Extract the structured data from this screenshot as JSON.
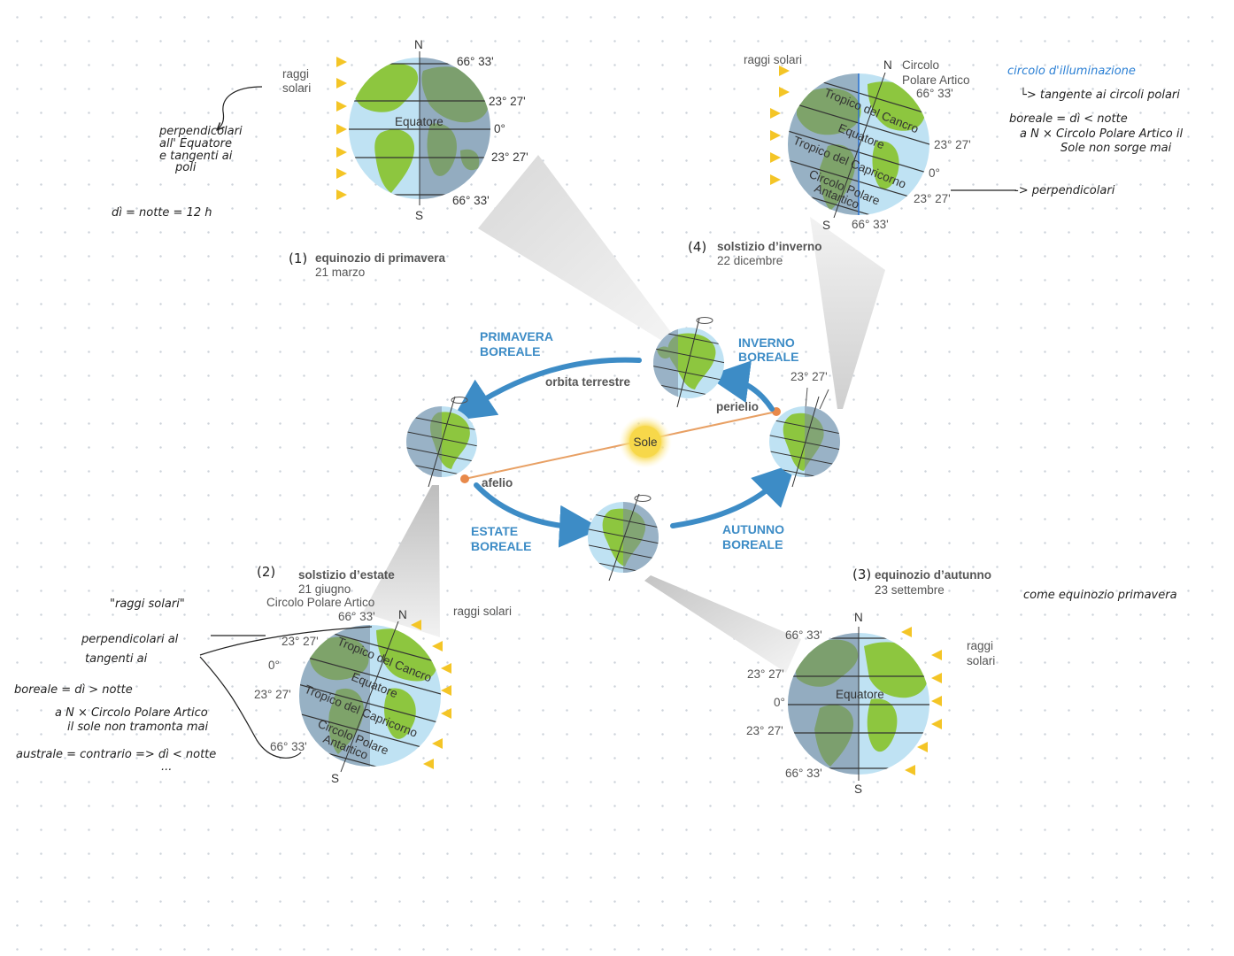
{
  "diagram": {
    "center": {
      "sun": "Sole",
      "orbit": "orbita terrestre",
      "perihelion": "perielio",
      "aphelion": "afelio",
      "tilt": "23° 27'",
      "seasons": {
        "spring": [
          "PRIMAVERA",
          "BOREALE"
        ],
        "winter": [
          "INVERNO",
          "BOREALE"
        ],
        "summer": [
          "ESTATE",
          "BOREALE"
        ],
        "autumn": [
          "AUTUNNO",
          "BOREALE"
        ]
      }
    },
    "panel1": {
      "number": "(1)",
      "title": "equinozio di primavera",
      "date": "21 marzo",
      "rays": [
        "raggi",
        "solari"
      ],
      "north": "N",
      "south": "S",
      "equator": "Equatore",
      "angles": [
        "66° 33'",
        "23° 27'",
        "0°",
        "23° 27'",
        "66° 33'"
      ]
    },
    "panel2": {
      "number": "(2)",
      "title": "solstizio d’estate",
      "date": "21 giugno",
      "circle": "Circolo Polare Artico",
      "rays": "raggi solari",
      "north": "N",
      "south": "S",
      "cancer": "Tropico del Cancro",
      "equator": "Equatore",
      "capricorn": "Tropico del Capricorno",
      "antarctic": [
        "Circolo Polare",
        "Antartico"
      ],
      "angles": [
        "66° 33'",
        "23° 27'",
        "0°",
        "23° 27'",
        "66° 33'"
      ]
    },
    "panel3": {
      "number": "(3)",
      "title": "equinozio d’autunno",
      "date": "23 settembre",
      "rays": [
        "raggi",
        "solari"
      ],
      "north": "N",
      "south": "S",
      "equator": "Equatore",
      "angles": [
        "66° 33'",
        "23° 27'",
        "0°",
        "23° 27'",
        "66° 33'"
      ]
    },
    "panel4": {
      "number": "(4)",
      "title": "solstizio d’inverno",
      "date": "22 dicembre",
      "rays": "raggi solari",
      "north": "N",
      "south": "S",
      "circle": [
        "Circolo",
        "Polare Artico"
      ],
      "cancer": "Tropico del Cancro",
      "equator": "Equatore",
      "capricorn": "Tropico del Capricorno",
      "antarctic": [
        "Circolo Polare",
        "Antartico"
      ],
      "angles": [
        "66° 33'",
        "23° 27'",
        "0°",
        "23° 27'",
        "66° 33'"
      ]
    }
  },
  "notes": {
    "n1": [
      "perpendicolari",
      "all' Equatore",
      "e tangenti ai",
      "poli"
    ],
    "n2": "dì = notte = 12 h",
    "n3": [
      "circolo d'illuminazione",
      "└> tangente ai circoli polari"
    ],
    "n4": [
      "boreale = dì < notte",
      "a N × Circolo Polare Artico il",
      "Sole non sorge mai"
    ],
    "n5": "-> perpendicolari",
    "n6": "come equinozio primavera",
    "n7": "\"raggi solari\"",
    "n8": [
      "perpendicolari al",
      "tangenti ai"
    ],
    "n9": "boreale = dì > notte",
    "n10": [
      "a N × Circolo Polare Artico",
      "il sole non tramonta mai"
    ],
    "n11": "australe = contrario => dì < notte",
    "n12": "..."
  },
  "colors": {
    "arrow_blue": "#3d8cc6",
    "ray_yellow": "#f6cf38",
    "ocean": "#bfe2f3",
    "land": "#8dc63f",
    "shadow": "#8795a6",
    "sun": "#f7d84a",
    "orbit_line": "#e8a064",
    "note_blue": "#2a7fd4"
  }
}
